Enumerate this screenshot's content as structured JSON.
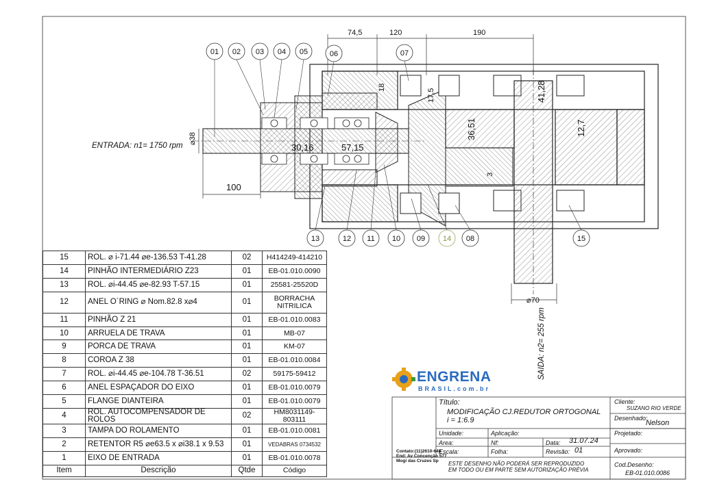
{
  "labels": {
    "input": "ENTRADA: n1= 1750 rpm",
    "output": "SAIDA: n2= 255 rpm"
  },
  "dimensions": {
    "d745": "74,5",
    "d120": "120",
    "d190": "190",
    "d100": "100",
    "phi38": "⌀38",
    "d3016": "30,16",
    "d5715": "57,15",
    "d18": "18",
    "d175": "17,5",
    "d3651": "36,51",
    "d4128": "41,28",
    "d127": "12,7",
    "d3": "3",
    "phi70": "⌀70"
  },
  "balloons_top": [
    "01",
    "02",
    "03",
    "04",
    "05",
    "06",
    "07"
  ],
  "balloons_bottom": [
    "13",
    "12",
    "11",
    "10",
    "09",
    "14",
    "08",
    "15"
  ],
  "bom": {
    "rows": [
      {
        "item": "15",
        "desc": "ROL. ⌀ i-71.44 ⌀e-136.53 T-41.28",
        "qty": "02",
        "code": "H414249-414210"
      },
      {
        "item": "14",
        "desc": "PINHÃO INTERMEDIÁRIO Z23",
        "qty": "01",
        "code": "EB-01.010.0090"
      },
      {
        "item": "13",
        "desc": "ROL. ⌀i-44.45 ⌀e-82.93 T-57.15",
        "qty": "01",
        "code": "25581-25520D"
      },
      {
        "item": "12",
        "desc": "ANEL O´RING  ⌀ Nom.82.8 x⌀4",
        "qty": "01",
        "code": "BORRACHA NITRILICA"
      },
      {
        "item": "11",
        "desc": "PINHÃO Z 21",
        "qty": "01",
        "code": "EB-01.010.0083"
      },
      {
        "item": "10",
        "desc": "ARRUELA DE TRAVA",
        "qty": "01",
        "code": "MB-07"
      },
      {
        "item": "9",
        "desc": "PORCA DE TRAVA",
        "qty": "01",
        "code": "KM-07"
      },
      {
        "item": "8",
        "desc": "COROA Z 38",
        "qty": "01",
        "code": "EB-01.010.0084"
      },
      {
        "item": "7",
        "desc": "ROL. ⌀i-44.45 ⌀e-104.78 T-36.51",
        "qty": "02",
        "code": "59175-59412"
      },
      {
        "item": "6",
        "desc": "ANEL ESPAÇADOR DO EIXO",
        "qty": "01",
        "code": "EB-01.010.0079"
      },
      {
        "item": "5",
        "desc": "FLANGE DIANTEIRA",
        "qty": "01",
        "code": "EB-01.010.0079"
      },
      {
        "item": "4",
        "desc": "ROL. AUTOCOMPENSADOR DE ROLOS",
        "qty": "02",
        "code": "HM8031149-803111"
      },
      {
        "item": "3",
        "desc": "TAMPA DO ROLAMENTO",
        "qty": "01",
        "code": "EB-01.010.0081"
      },
      {
        "item": "2",
        "desc": "RETENTOR R5  ⌀e63.5 x ⌀i38.1 x 9.53",
        "qty": "01",
        "code": "VEDABRAS 0734532"
      },
      {
        "item": "1",
        "desc": "EIXO DE ENTRADA",
        "qty": "01",
        "code": "EB-01.010.0078"
      }
    ],
    "header": {
      "item": "Item",
      "desc": "Descrição",
      "qty": "Qtde",
      "code": "Código"
    }
  },
  "logo": {
    "name": "ENGRENA",
    "sub": "BRASIL.com.br",
    "brand_color": "#2a6bbf",
    "gear_color": "#e8a11a"
  },
  "contact": {
    "line1": "Contato:(11)2610-648",
    "line2": "End: Av Concenção 577",
    "line3": "Mogi das Cruzes Sp"
  },
  "titleblock": {
    "titulo_label": "Título:",
    "titulo_line1": "MODIFICAÇÃO CJ.REDUTOR ORTOGONAL",
    "titulo_line2": "i = 1:6.9",
    "cliente_label": "Cliente:",
    "cliente": "SUZANO RIO VERDE",
    "desenhado_label": "Desenhado:",
    "desenhado": "Nelson",
    "projetado_label": "Projetado:",
    "unidade_label": "Unidade:",
    "aplicacao_label": "Aplicação:",
    "area_label": "Area:",
    "nf_label": "Nf:",
    "data_label": "Data:",
    "data": "31.07.24",
    "escala_label": "Escala:",
    "folha_label": "Folha:",
    "revisao_label": "Revisão:",
    "revisao": "01",
    "aprovado_label": "Aprovado:",
    "notice_line1": "ESTE DESENHO NÃO PODERÁ SER REPRODUZIDO",
    "notice_line2": "EM TODO OU EM PARTE SEM AUTORIZAÇÃO PRÉVIA",
    "cod_label": "Cod.Desenho:",
    "cod": "EB-01.010.0086"
  }
}
